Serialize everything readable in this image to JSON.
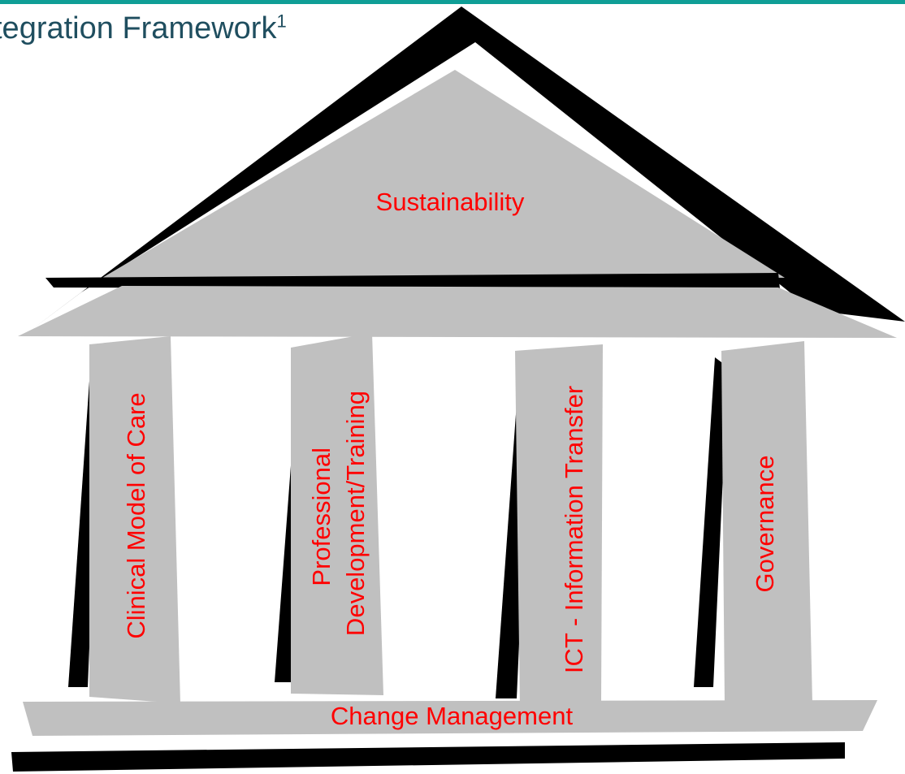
{
  "header": {
    "title": "tegration Framework",
    "title_superscript": "1"
  },
  "diagram": {
    "roof_label": "Sustainability",
    "pillars": [
      {
        "lines": [
          "Clinical Model of Care"
        ]
      },
      {
        "lines": [
          "Professional",
          "Development/Training"
        ]
      },
      {
        "lines": [
          "ICT - Information Transfer"
        ]
      },
      {
        "lines": [
          "Governance"
        ]
      }
    ],
    "base_label": "Change Management"
  },
  "colors": {
    "top_bar": "#0f9e96",
    "title": "#1f4e5f",
    "label": "#ff0000",
    "fill": "#c0c0c0",
    "shadow": "#000000"
  }
}
